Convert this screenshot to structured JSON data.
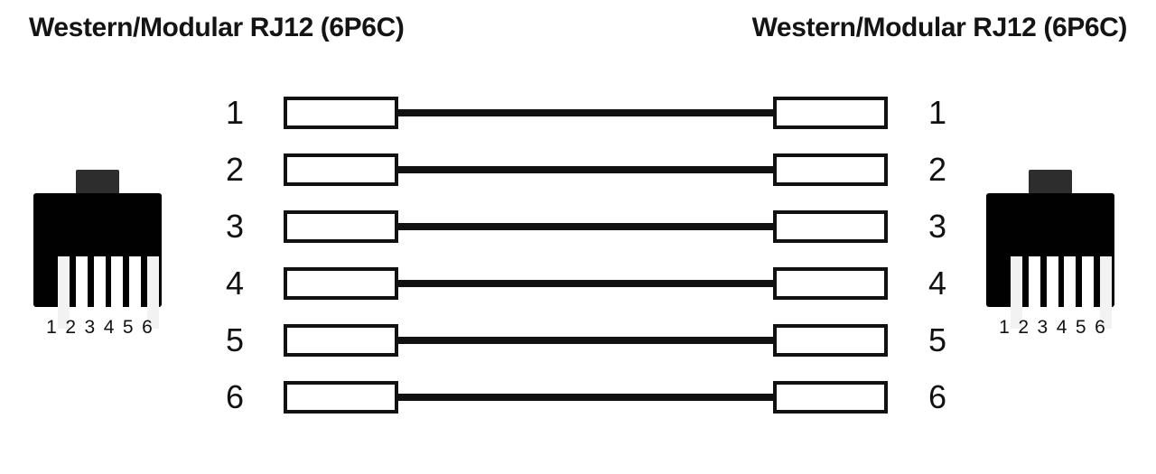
{
  "diagram": {
    "left_title": "Western/Modular RJ12 (6P6C)",
    "right_title": "Western/Modular RJ12 (6P6C)",
    "wiring_type": "straight-through",
    "colors": {
      "background": "#ffffff",
      "ink": "#111111",
      "jack_body": "#010101",
      "jack_tab": "#2d2d2d",
      "jack_pin": "#ffffff",
      "jack_pin_edge": "#f2f2f2"
    },
    "rows": [
      {
        "left_pin": "1",
        "right_pin": "1"
      },
      {
        "left_pin": "2",
        "right_pin": "2"
      },
      {
        "left_pin": "3",
        "right_pin": "3"
      },
      {
        "left_pin": "4",
        "right_pin": "4"
      },
      {
        "left_pin": "5",
        "right_pin": "5"
      },
      {
        "left_pin": "6",
        "right_pin": "6"
      }
    ],
    "left_jack": {
      "pin_labels": [
        "1",
        "2",
        "3",
        "4",
        "5",
        "6"
      ]
    },
    "right_jack": {
      "pin_labels": [
        "1",
        "2",
        "3",
        "4",
        "5",
        "6"
      ]
    }
  }
}
